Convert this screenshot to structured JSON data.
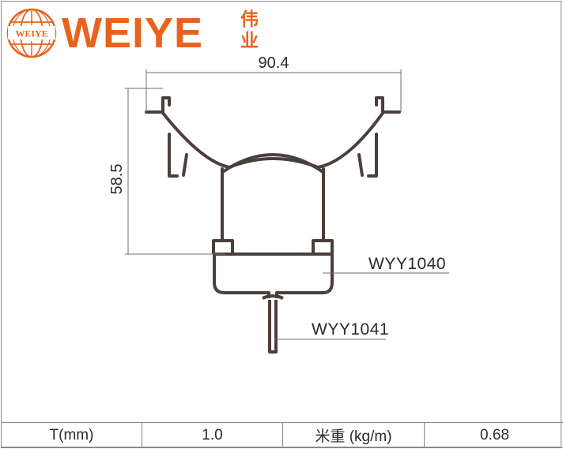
{
  "logo": {
    "globe_text": "WEIYE",
    "wordmark": "WEIYE",
    "chinese": "伟业",
    "brand_color": "#e8641e"
  },
  "drawing": {
    "width_dimension": "90.4",
    "height_dimension": "58.5",
    "profile_upper_code": "WYY1040",
    "profile_lower_code": "WYY1041",
    "profile_color": "#4a3f3c"
  },
  "spec_table": {
    "thickness_label": "T(mm)",
    "thickness_value": "1.0",
    "weight_label": "米重 (kg/m)",
    "weight_value": "0.68"
  }
}
